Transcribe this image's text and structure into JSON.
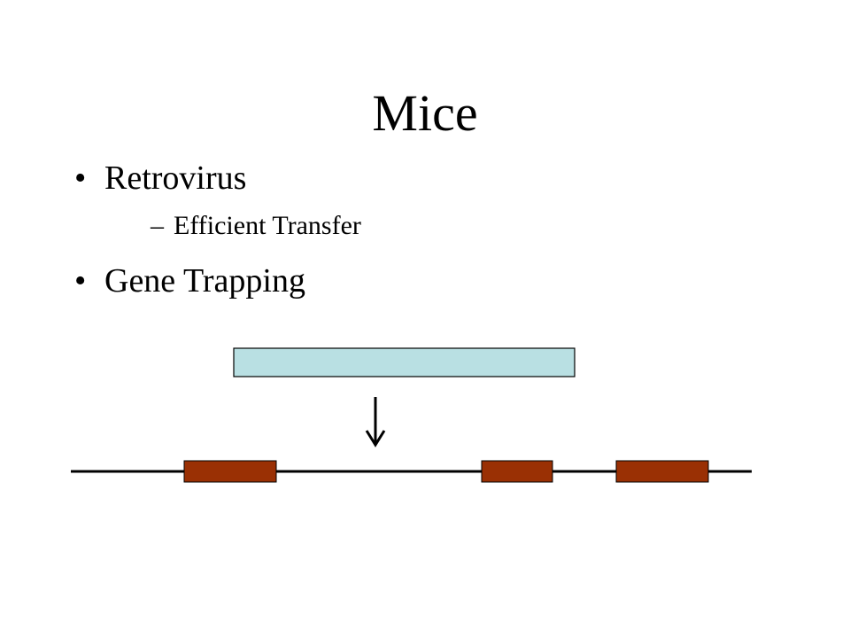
{
  "slide": {
    "title": "Mice",
    "bullets": [
      {
        "label": "Retrovirus",
        "sub": [
          "Efficient Transfer"
        ]
      },
      {
        "label": "Gene Trapping",
        "sub": []
      }
    ]
  },
  "diagram": {
    "vector_color": "#b9e0e3",
    "exon_color": "#9a3004",
    "line_color": "#000000"
  }
}
